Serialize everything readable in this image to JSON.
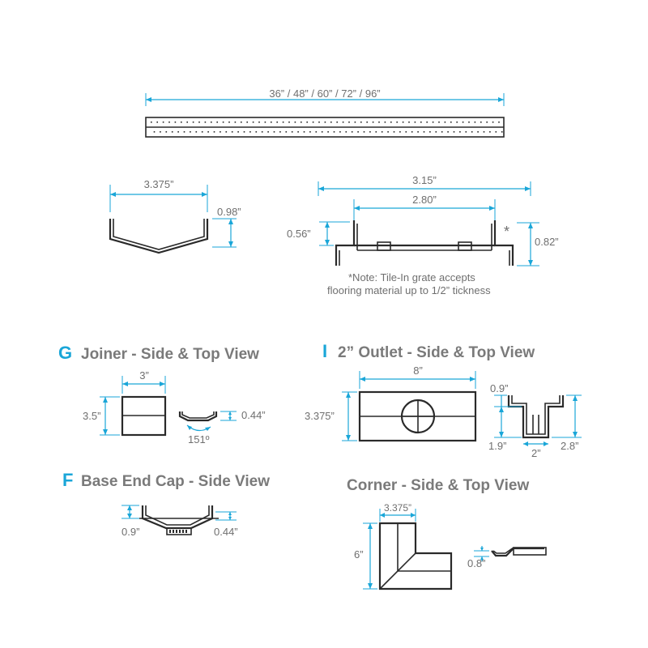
{
  "top_length_label": "36” / 48” / 60” / 72” / 96”",
  "channel": {
    "width_label": "3.375”",
    "height_label": "0.98”"
  },
  "grate": {
    "outer_width_label": "3.15”",
    "inner_width_label": "2.80”",
    "left_height_label": "0.56”",
    "right_height_label": "0.82”",
    "asterisk": "*",
    "note_line1": "*Note: Tile-In grate accepts",
    "note_line2": "flooring material up to 1/2” tickness"
  },
  "joiner": {
    "letter": "G",
    "title": "Joiner - Side & Top View",
    "width_label": "3”",
    "height_label": "3.5”",
    "depth_label": "0.44”",
    "angle_label": "151º"
  },
  "outlet": {
    "letter": "I",
    "title": "2” Outlet - Side & Top View",
    "length_label": "8”",
    "width_label": "3.375”",
    "top_label": "0.9”",
    "bottom_label": "1.9”",
    "pipe_label": "2”",
    "total_label": "2.8”"
  },
  "endcap": {
    "letter": "F",
    "title": "Base End Cap - Side View",
    "left_label": "0.9”",
    "right_label": "0.44”"
  },
  "corner": {
    "title": "Corner - Side & Top View",
    "width_label": "3.375”",
    "length_label": "6”",
    "height_label": "0.8”"
  },
  "colors": {
    "accent": "#1aa6d8",
    "text": "#6f6f6f",
    "title": "#7a7a7a",
    "line": "#2a2a2a"
  }
}
